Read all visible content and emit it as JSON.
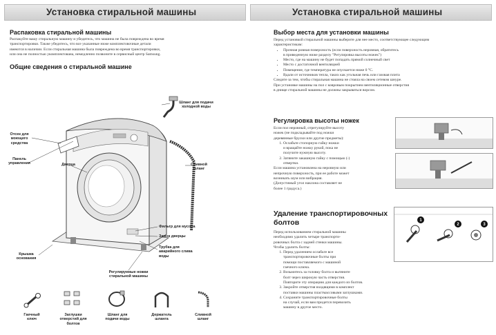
{
  "left_page": {
    "header": "Установка стиральной машины",
    "unpack": {
      "title": "Распаковка стиральной машины",
      "lines": [
        "Распакуйте вашу стиральную машину и убедитесь, что машина не была повреждена во время",
        "транспортировки. Также убедитесь, что все указанные ниже комплектовочные детали",
        "имеются в наличии. Если стиральная машина была повреждена во время транспортировки,",
        "или она не полностью укомплектована, немедленно позвоните в сервисный центр Samsung."
      ]
    },
    "overview_title": "Общие сведения о стиральной машине",
    "callouts": {
      "cold_hose": "Шланг для подачи\nхолодной воды",
      "detergent": "Отсек для\nмоющего\nсредства",
      "control_panel": "Панель\nуправления",
      "door": "Дверца",
      "drain_hose": "Сливной\nшланг",
      "lint_filter": "Фильтр для мусора",
      "door_lock": "Замок дверцы",
      "emergency_drain": "Трубка для\nаварийного слива\nводы",
      "base_cover": "Крышка\nоснования",
      "feet": "Регулируемые ножки\nстиральной машины"
    },
    "accessories": [
      {
        "name": "spanner-icon",
        "label": "Гаечный\nключ"
      },
      {
        "name": "caps-icon",
        "label": "Заглушки\nотверстий для\nболтов"
      },
      {
        "name": "cold-hose-icon",
        "label": "Шланг для\nподачи воды"
      },
      {
        "name": "hose-holder-icon",
        "label": "Держатель\nшланга"
      },
      {
        "name": "drain-hose-icon",
        "label": "Сливной\nшланг"
      }
    ]
  },
  "right_page": {
    "header": "Установка стиральной машины",
    "location": {
      "title": "Выбор места для установки машины",
      "intro": [
        "Перед установкой стиральной машины выберите для нее место, соответствующее следующим",
        "характеристикам:"
      ],
      "bullets": [
        "Прочная ровная поверхность (если поверхность неровная, обратитесь",
        "Место, где на машину не будет попадать прямой солнечный свет",
        "Место с достаточной вентиляцией",
        "Помещение, где температура не опускается ниже 0 °C.",
        "Вдали от источников тепла, таких как угольная печь или газовая плита"
      ],
      "bullet_cont": "в приведенную ниже разделу \"Регулировка высоты ножек\")",
      "after": [
        "Следите за тем, чтобы стиральная машина не стояла на своем сетевом шнуре.",
        "При установке машины на пол с ковровым покрытием вентиляционные отверстия",
        "в днище стиральной машины не должны закрываться ворсом."
      ]
    },
    "legs": {
      "title": "Регулировка высоты ножек",
      "intro": [
        "Если пол неровный, отрегулируйте высоту",
        "ножек (не подкладывайте под ножки",
        "деревянные бруски или другие предметы):"
      ],
      "steps": [
        [
          "Ослабьте стопорную гайку ножки",
          "и вращайте ножку рукой, пока не",
          "получите нужную высоту."
        ],
        [
          "Затяните закашную гайку с помощью (-)",
          "отвертки."
        ]
      ],
      "after": [
        "Если машина установлена на неровную или",
        "непрочную поверхность, при ее работе может",
        "возникать шум или вибрация.",
        "(Допустимый угол наклона составляет не",
        "более 1 градуса.)"
      ]
    },
    "bolts": {
      "title": "Удаление транспортировочных\nболтов",
      "intro": [
        "Перед использованием стиральной машины",
        "необходимо удалить четыре транспорти-",
        "ровочных болта с задней стенки машины.",
        "Чтобы удалить болты:"
      ],
      "steps": [
        [
          "Перед удалением ослабьте все",
          "транспортировочные болты при",
          "помощи поставляемого с машиной",
          "гаечного ключа."
        ],
        [
          "Возьмитесь за головку болта и вытяните",
          "болт через широкую часть отверстия.",
          "Повторите эту операцию для каждого из болтов."
        ],
        [
          "Закройте отверстия входящими в комплект",
          "поставки машины пластмассовыми заглушками."
        ],
        [
          "Сохраните транспортировочные болты",
          "на случай, если вам придется перевозить",
          "машину в другое место."
        ]
      ]
    }
  }
}
